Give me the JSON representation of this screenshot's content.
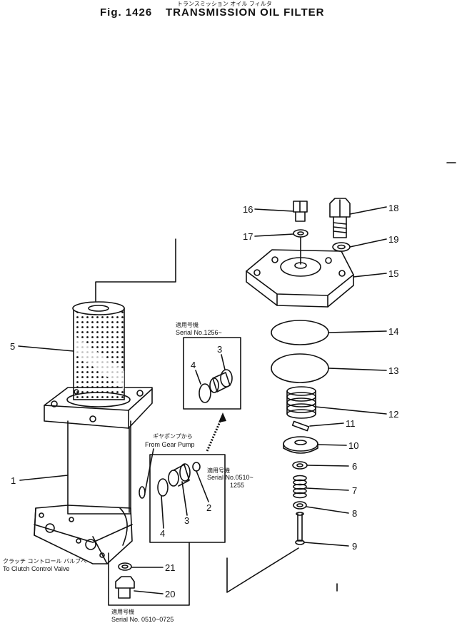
{
  "header": {
    "fig": "Fig. 1426",
    "title": "TRANSMISSION OIL FILTER",
    "title_jp": "トランスミッション オイル フィルタ"
  },
  "notes": {
    "serial_1256_jp": "適用号機",
    "serial_1256": "Serial No.1256~",
    "from_gear_pump_jp": "ギヤポンプから",
    "from_gear_pump": "From Gear Pump",
    "serial_0510_jp": "適用号機",
    "serial_0510_a": "Serial No.0510~",
    "serial_0510_b": "1255",
    "clutch_jp": "クラッチ コントロール バルブへ",
    "clutch": "To Clutch Control Valve",
    "serial_0510_0725_jp": "適用号機",
    "serial_0510_0725": "Serial No. 0510~0725"
  },
  "callouts": {
    "p1": "1",
    "p2": "2",
    "p3": "3",
    "p3b": "3",
    "p4": "4",
    "p4b": "4",
    "p5": "5",
    "p6": "6",
    "p7": "7",
    "p8": "8",
    "p9": "9",
    "p10": "10",
    "p11": "11",
    "p12": "12",
    "p13": "13",
    "p14": "14",
    "p15": "15",
    "p16": "16",
    "p17": "17",
    "p18": "18",
    "p19": "19",
    "p20": "20",
    "p21": "21"
  }
}
